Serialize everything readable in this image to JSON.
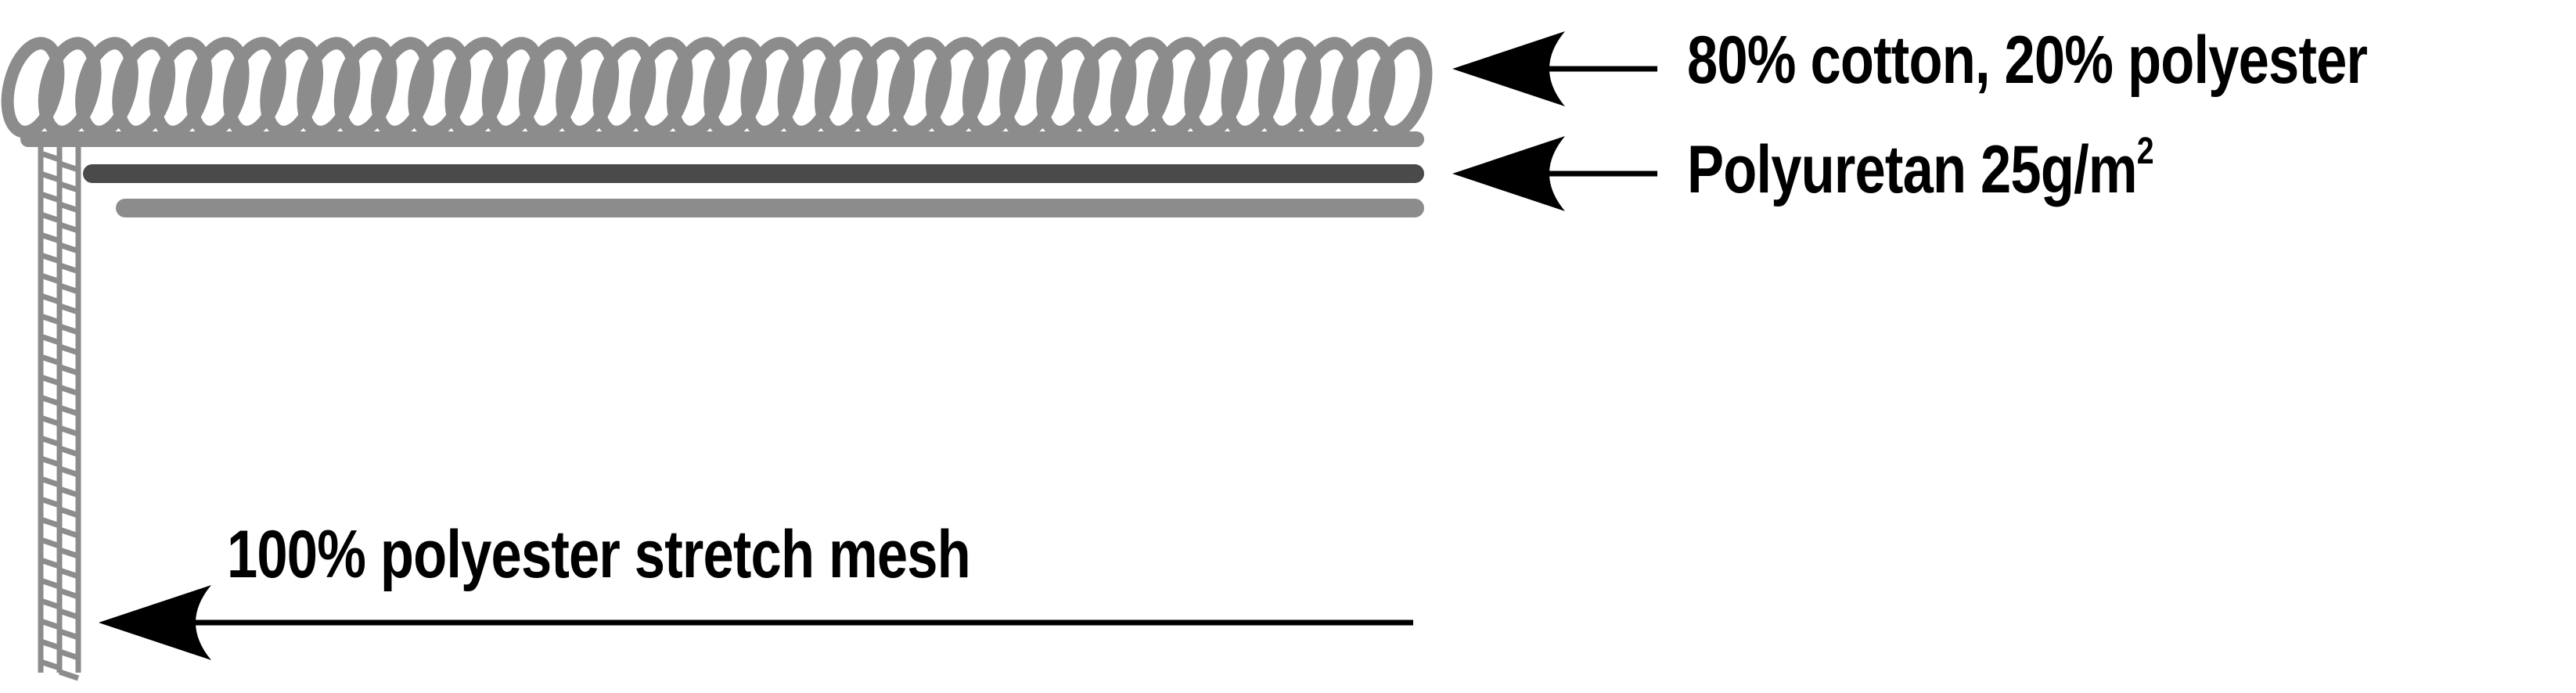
{
  "labels": {
    "cotton": "80% cotton, 20% polyester",
    "polyuretan_main": "Polyuretan 25g/m",
    "polyuretan_sup": "2",
    "mesh": "100% polyester stretch mesh"
  },
  "colors": {
    "coil": "#8c8c8c",
    "dark_layer": "#4a4a4a",
    "light_layer": "#8c8c8c",
    "mesh": "#8c8c8c",
    "arrow": "#000000",
    "text": "#000000"
  }
}
